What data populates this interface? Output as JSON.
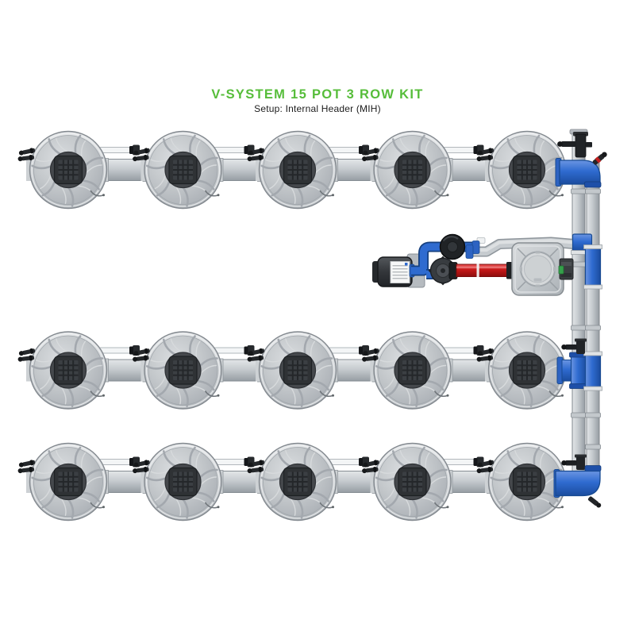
{
  "page": {
    "background_color": "#ffffff"
  },
  "header": {
    "title": "V-SYSTEM 15 POT 3 ROW KIT",
    "subtitle": "Setup: Internal Header (MIH)",
    "title_color": "#56bd3a",
    "subtitle_color": "#1b1b1b"
  },
  "system": {
    "kit_name": "V-System 15 Pot 3 Row Kit",
    "setup": "Internal Header (MIH)",
    "rows": 3,
    "pots_per_row": 5,
    "total_pots": 15,
    "components": {
      "vortex_pots": 15,
      "row_manifold_pipes": 3,
      "inter_pot_feed_lines": 12,
      "header_vertical_pipes": 2,
      "blue_row_fittings": 3,
      "inline_valves": 3,
      "dripper_valves": 2,
      "pump": 1,
      "inline_filter": 1,
      "reservoir": 1,
      "red_suction_pipe": 1,
      "return_pipe": 1
    },
    "colors": {
      "pot_gray": "#c6cacd",
      "pipe_gray": "#c6cbcf",
      "fitting_blue": "#2f6bd0",
      "pipe_red": "#c41818",
      "accent_green": "#35a04b",
      "hardware_black": "#212427"
    }
  }
}
